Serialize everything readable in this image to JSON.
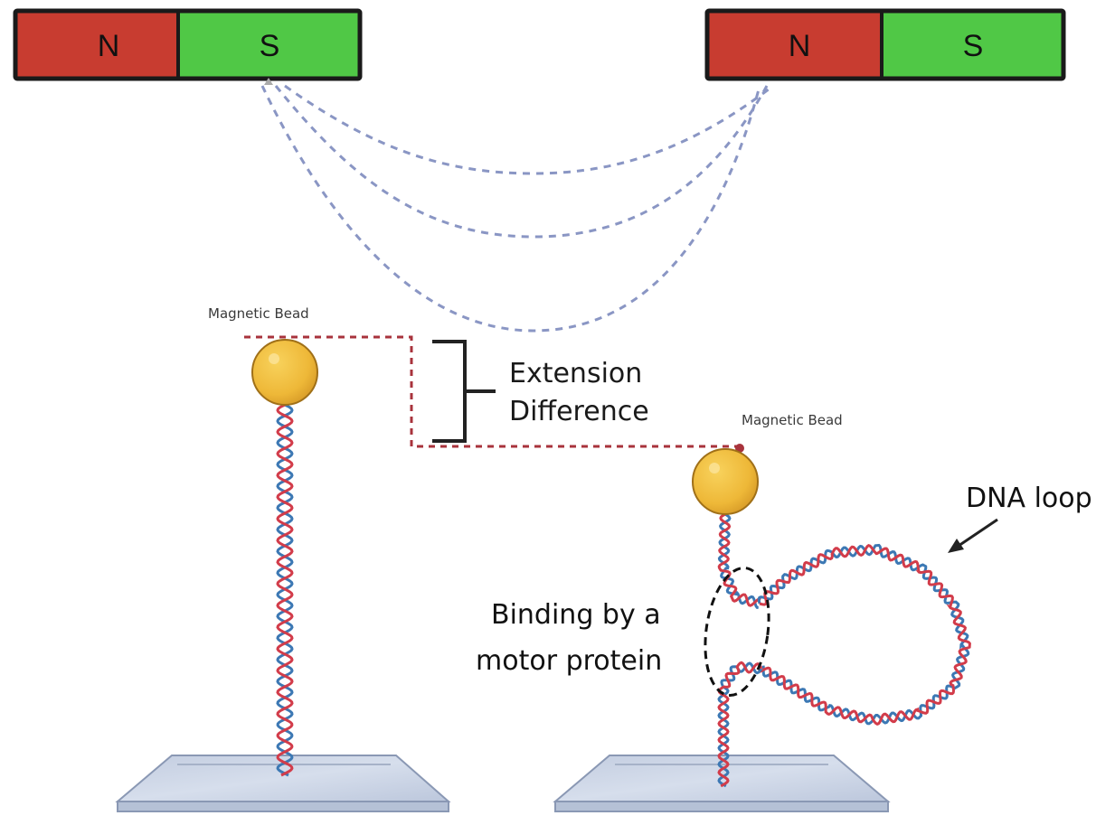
{
  "magnets": [
    {
      "poles": [
        {
          "label": "N",
          "color": "#c83c30"
        },
        {
          "label": "S",
          "color": "#50c846"
        }
      ]
    },
    {
      "poles": [
        {
          "label": "N",
          "color": "#c83c30"
        },
        {
          "label": "S",
          "color": "#50c846"
        }
      ]
    }
  ],
  "labels": {
    "bead_left": "Magnetic Bead",
    "bead_right": "Magnetic Bead",
    "extension_line1": "Extension",
    "extension_line2": "Difference",
    "dna_loop": "DNA loop",
    "binding_line1": "Binding by a",
    "binding_line2": "motor protein"
  },
  "colors": {
    "field_line": "#8a96c4",
    "extension_marker": "#a8333c",
    "bead": "#f0be3c",
    "dna_strand_a": "#d23c4a",
    "dna_strand_b": "#3c78b4",
    "slide": "#c8d2e2"
  }
}
